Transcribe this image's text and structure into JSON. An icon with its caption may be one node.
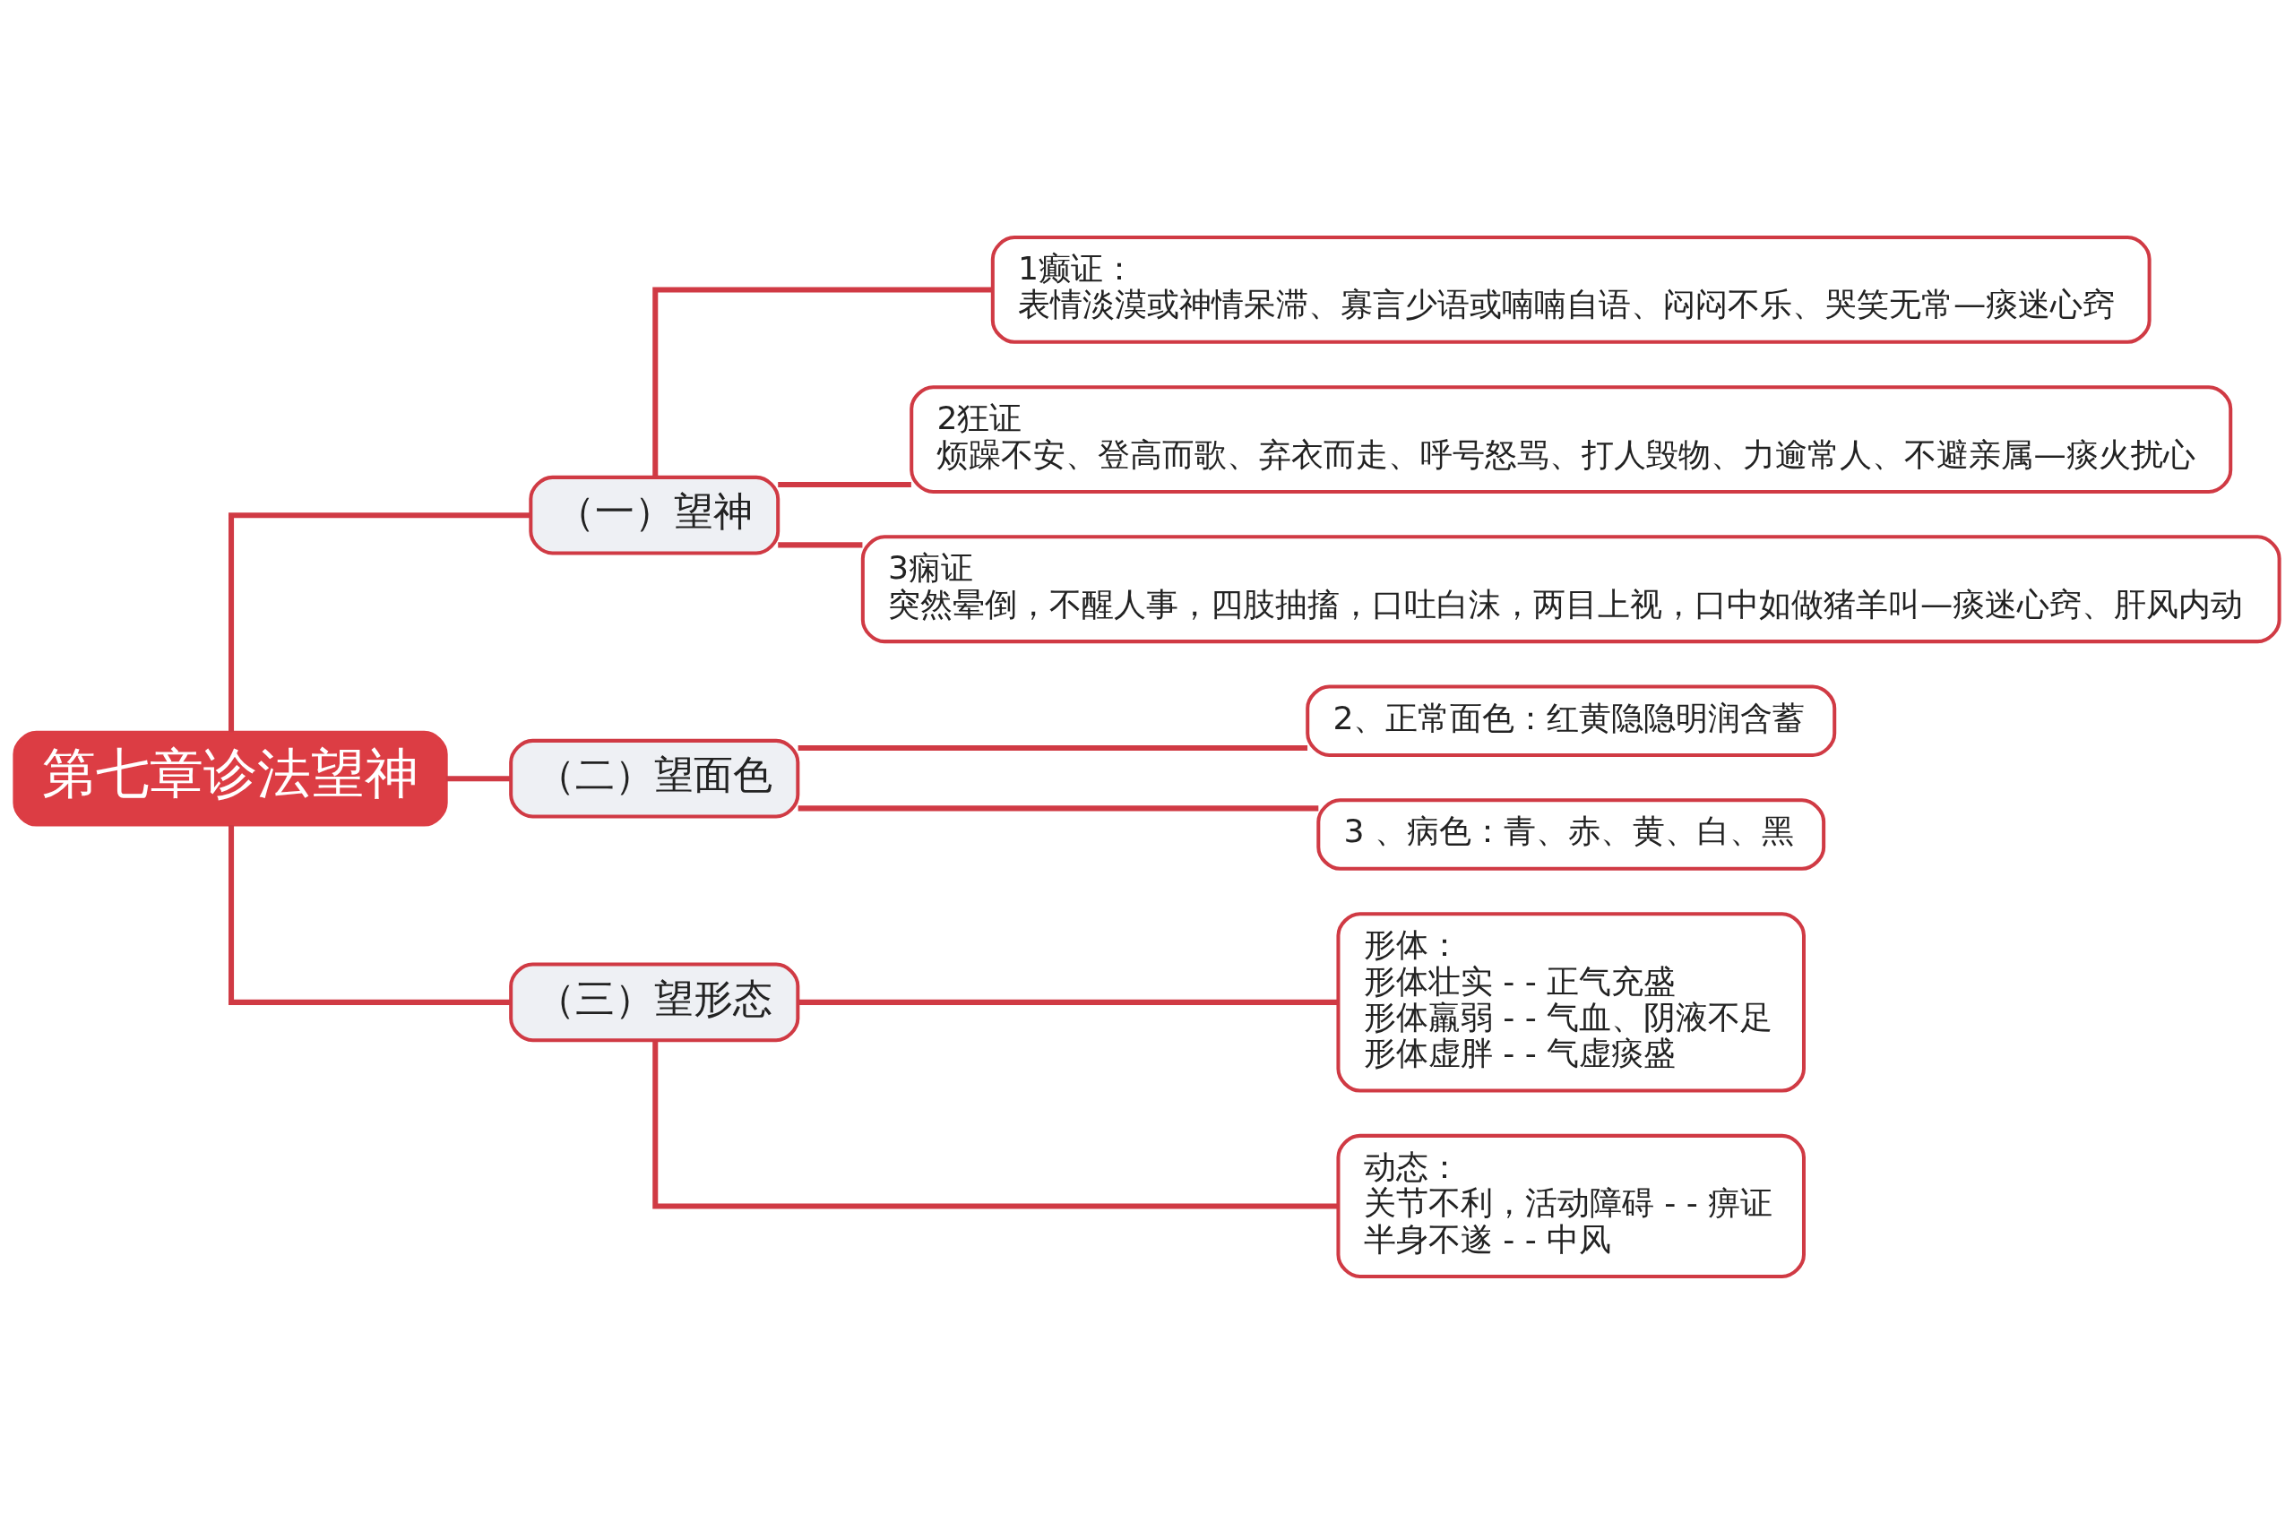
{
  "diagram": {
    "nodes": [
      {
        "text": [
          "第七章诊法望神"
        ]
      },
      {
        "text": [
          "（一）望神"
        ]
      },
      {
        "text": [
          "1癫证：",
          "表情淡漠或神情呆滞、寡言少语或喃喃自语、闷闷不乐、哭笑无常—痰迷心窍"
        ]
      },
      {
        "text": [
          "2狂证",
          "烦躁不安、登高而歌、弃衣而走、呼号怒骂、打人毁物、力逾常人、不避亲属—痰火扰心"
        ]
      },
      {
        "text": [
          "3痫证",
          "突然晕倒，不醒人事，四肢抽搐，口吐白沫，两目上视，口中如做猪羊叫—痰迷心窍、肝风内动"
        ]
      },
      {
        "text": [
          "（二）望面色"
        ]
      },
      {
        "text": [
          "2、正常面色：红黄隐隐明润含蓄"
        ]
      },
      {
        "text": [
          "3 、病色：青、赤、黄、白、黑"
        ]
      },
      {
        "text": [
          "（三）望形态"
        ]
      },
      {
        "text": [
          "形体：",
          "形体壮实 - - 正气充盛",
          "形体羸弱 - - 气血、阴液不足",
          "形体虚胖 - - 气虚痰盛"
        ]
      },
      {
        "text": [
          "动态：",
          "关节不利，活动障碍 - - 痹证",
          "半身不遂 - - 中风"
        ]
      }
    ],
    "edges": [
      {
        "from": 0,
        "to": 1,
        "arrow": "none"
      },
      {
        "from": 0,
        "to": 5,
        "arrow": "none"
      },
      {
        "from": 0,
        "to": 8,
        "arrow": "none"
      },
      {
        "from": 1,
        "to": 2,
        "arrow": "none"
      },
      {
        "from": 1,
        "to": 3,
        "arrow": "none"
      },
      {
        "from": 1,
        "to": 4,
        "arrow": "none"
      },
      {
        "from": 5,
        "to": 6,
        "arrow": "none"
      },
      {
        "from": 5,
        "to": 7,
        "arrow": "none"
      },
      {
        "from": 8,
        "to": 9,
        "arrow": "none"
      },
      {
        "from": 8,
        "to": 10,
        "arrow": "none"
      }
    ]
  }
}
